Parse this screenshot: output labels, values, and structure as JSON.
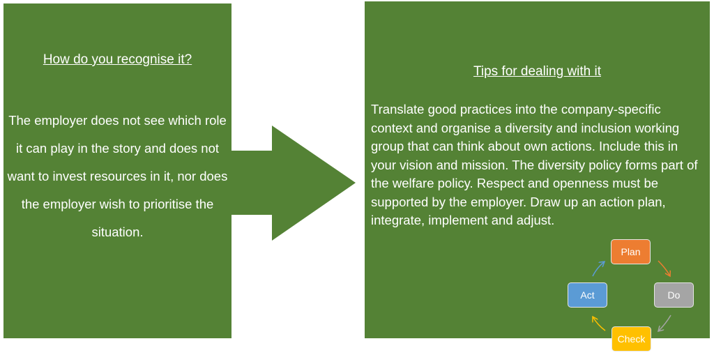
{
  "left_panel": {
    "heading": "How do you recognise it?",
    "body": "The employer does not see which role it can play in the story and does not want to invest resources in it, nor does the employer wish to prioritise the situation."
  },
  "right_panel": {
    "heading": "Tips for dealing with it",
    "body": "Translate good practices into the company-specific context and organise a diversity and inclusion working group that can think about own actions. Include this in your vision and mission. The diversity policy forms part of the welfare policy. Respect and openness must be supported by the employer. Draw up an action plan, integrate, implement and adjust."
  },
  "cycle": {
    "steps": [
      {
        "label": "Plan",
        "color": "#ed7d31"
      },
      {
        "label": "Do",
        "color": "#a5a5a5"
      },
      {
        "label": "Check",
        "color": "#ffc000"
      },
      {
        "label": "Act",
        "color": "#5b9bd5"
      }
    ]
  },
  "colors": {
    "panel": "#548235"
  }
}
